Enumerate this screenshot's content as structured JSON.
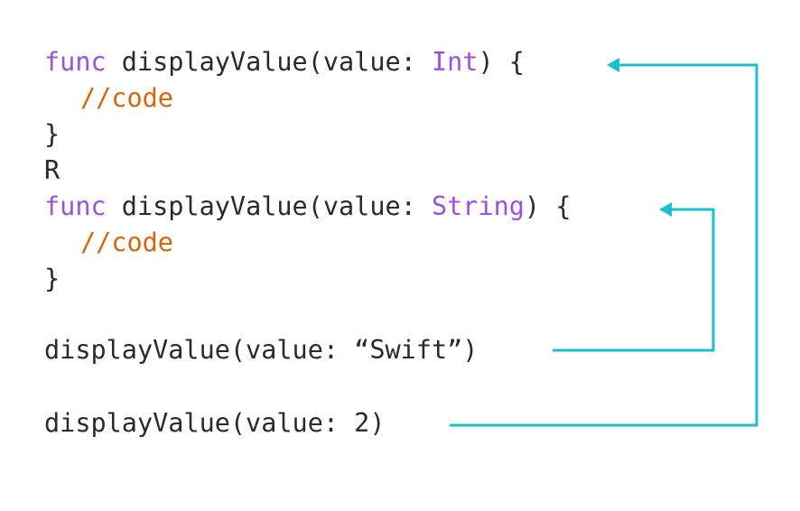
{
  "code": {
    "func1": {
      "keyword": "func",
      "name": " displayValue(value: ",
      "type": "Int",
      "tail": ") {"
    },
    "comment1": "//code",
    "close1": "}",
    "separator": "R",
    "func2": {
      "keyword": "func",
      "name": " displayValue(value: ",
      "type": "String",
      "tail": ") {"
    },
    "comment2": "//code",
    "close2": "}",
    "call_string": "displayValue(value: “Swift”)",
    "call_int": "displayValue(value: 2)"
  },
  "colors": {
    "keyword": "#9b51e0",
    "comment": "#d9650b",
    "text": "#2a2a2a",
    "arrow": "#1cbfcf"
  }
}
